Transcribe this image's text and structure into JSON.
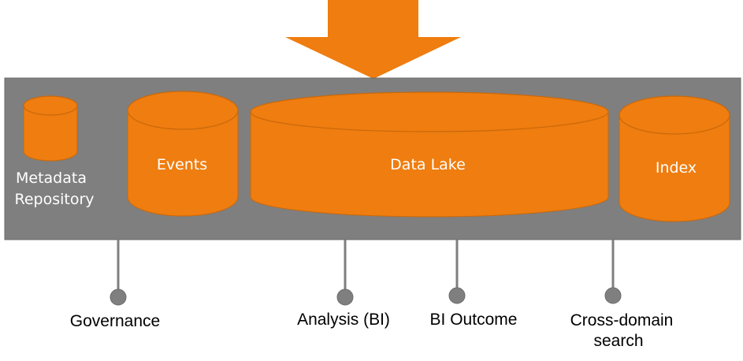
{
  "colors": {
    "platform": "#7f7f7f",
    "platform_border": "#6b6b6b",
    "cylinder": "#ef7d0f",
    "cylinder_edge": "#c8680b",
    "cylinder_label": "#ffffff",
    "connector": "#7f7f7f",
    "connector_dot": "#7f7f7f",
    "arrow": "#ef7d0f",
    "output_label": "#000000"
  },
  "stores": {
    "metadata": {
      "line1": "Metadata",
      "line2": "Repository"
    },
    "events": {
      "label": "Events"
    },
    "data_lake": {
      "label": "Data Lake"
    },
    "index": {
      "label": "Index"
    }
  },
  "outputs": {
    "governance": {
      "label": "Governance"
    },
    "analysis": {
      "label": "Analysis (BI)"
    },
    "bi_outcome": {
      "label": "BI Outcome"
    },
    "cross_domain": {
      "line1": "Cross-domain",
      "line2": "search"
    }
  }
}
